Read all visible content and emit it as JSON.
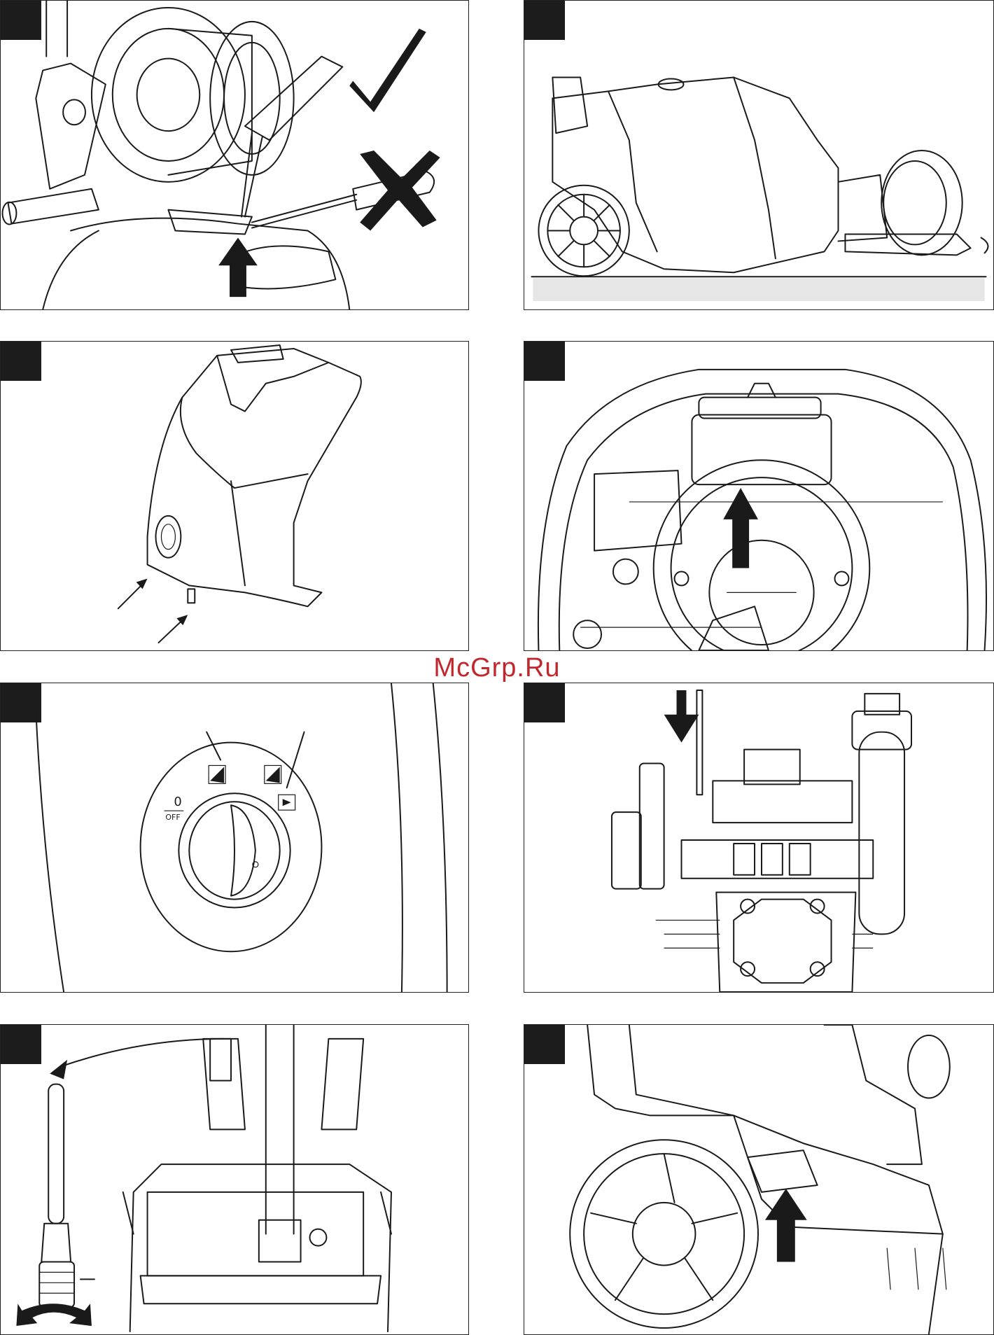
{
  "watermark": "McGrp.Ru",
  "panels": [
    {
      "id": "p1",
      "content": "hose-reel-screwdriver-check"
    },
    {
      "id": "p2",
      "content": "machine-side-view"
    },
    {
      "id": "p3",
      "content": "cover-removal"
    },
    {
      "id": "p4",
      "content": "engine-top-view"
    },
    {
      "id": "p5",
      "content": "control-dial"
    },
    {
      "id": "p6",
      "content": "pump-dipstick"
    },
    {
      "id": "p7",
      "content": "filter-removal"
    },
    {
      "id": "p8",
      "content": "wheel-arrow"
    }
  ],
  "symbols": {
    "check": "check-icon",
    "cross": "cross-icon"
  },
  "dial": {
    "off_number": "0",
    "off_label": "OFF"
  },
  "filter": {
    "minus_sign": "–"
  }
}
